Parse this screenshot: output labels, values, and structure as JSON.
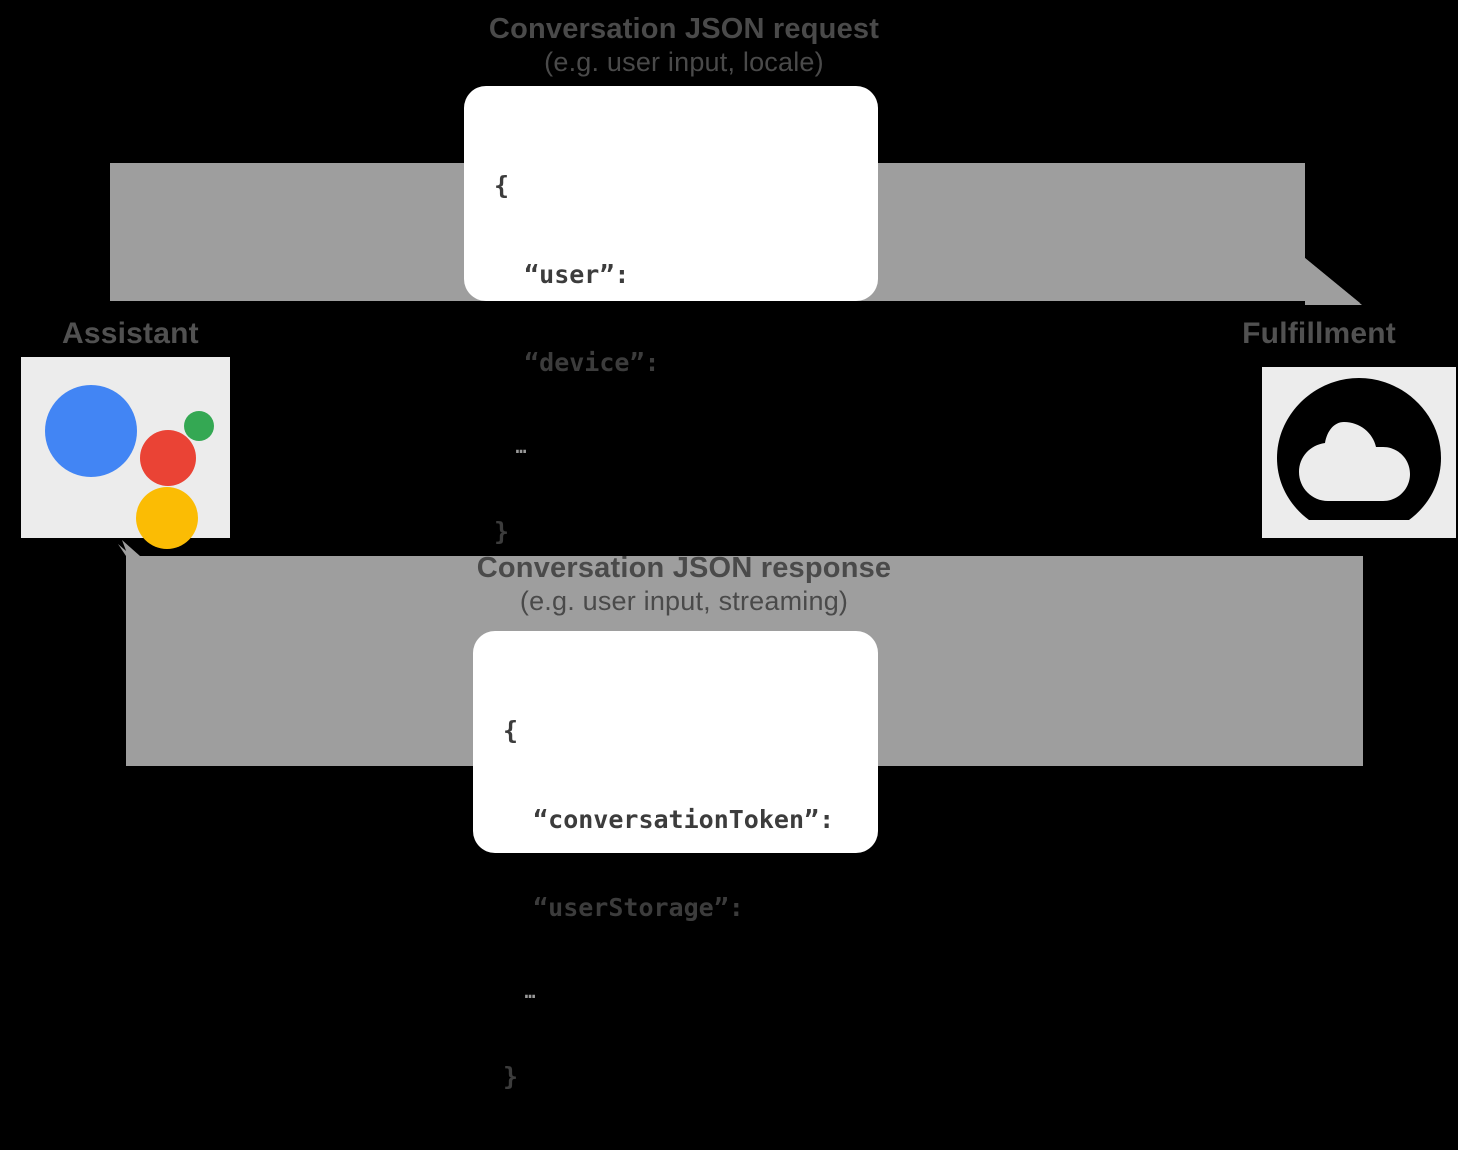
{
  "diagram": {
    "title": "Conversation JSON request and response flow",
    "background_color": "#000000",
    "arrow_color": "#9E9E9E",
    "tile_color": "#ECECEC"
  },
  "endpoints": {
    "left": {
      "label": "Assistant",
      "icon": "google-assistant-logo",
      "logo_colors": {
        "blue": "#4285F4",
        "red": "#EA4335",
        "green": "#34A853",
        "yellow": "#FBBC04"
      }
    },
    "right": {
      "label": "Fulfillment",
      "icon": "cloud-icon",
      "icon_color": "#000000"
    }
  },
  "flows": {
    "request": {
      "title": "Conversation JSON request",
      "subtitle": "(e.g. user input, locale)",
      "direction": "left-to-right",
      "payload": {
        "open_brace": "{",
        "keys": [
          "“user”:",
          "“device”:"
        ],
        "ellipsis": "…",
        "close_brace": "}"
      }
    },
    "response": {
      "title": "Conversation JSON response",
      "subtitle": "(e.g. user input, streaming)",
      "direction": "right-to-left",
      "payload": {
        "open_brace": "{",
        "keys": [
          "“conversationToken”:",
          "“userStorage”:"
        ],
        "ellipsis": "…",
        "close_brace": "}"
      }
    }
  }
}
